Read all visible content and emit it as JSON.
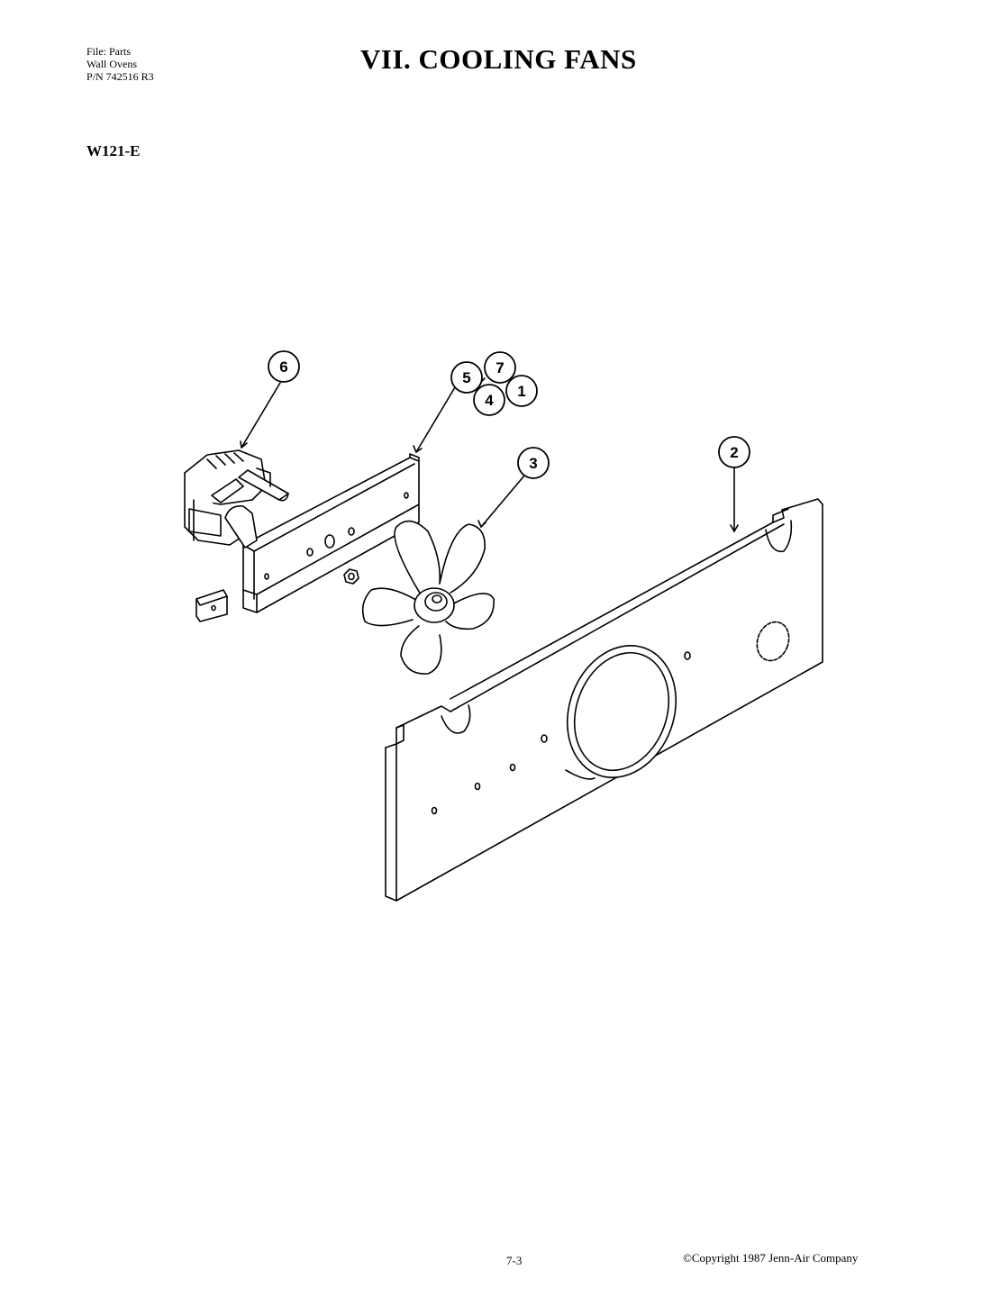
{
  "header": {
    "file_info": [
      "File: Parts",
      "Wall Ovens",
      "P/N 742516 R3"
    ],
    "title": "VII.  COOLING FANS",
    "model": "W121-E"
  },
  "callouts": {
    "c1": "1",
    "c2": "2",
    "c3": "3",
    "c4": "4",
    "c5": "5",
    "c6": "6",
    "c7": "7"
  },
  "footer": {
    "page_number": "7-3",
    "copyright": "©Copyright 1987 Jenn-Air Company"
  },
  "icons": [
    "fan-motor-icon",
    "fan-blade-icon",
    "mounting-bracket-icon",
    "clip-icon",
    "nut-icon",
    "fan-panel-icon"
  ]
}
